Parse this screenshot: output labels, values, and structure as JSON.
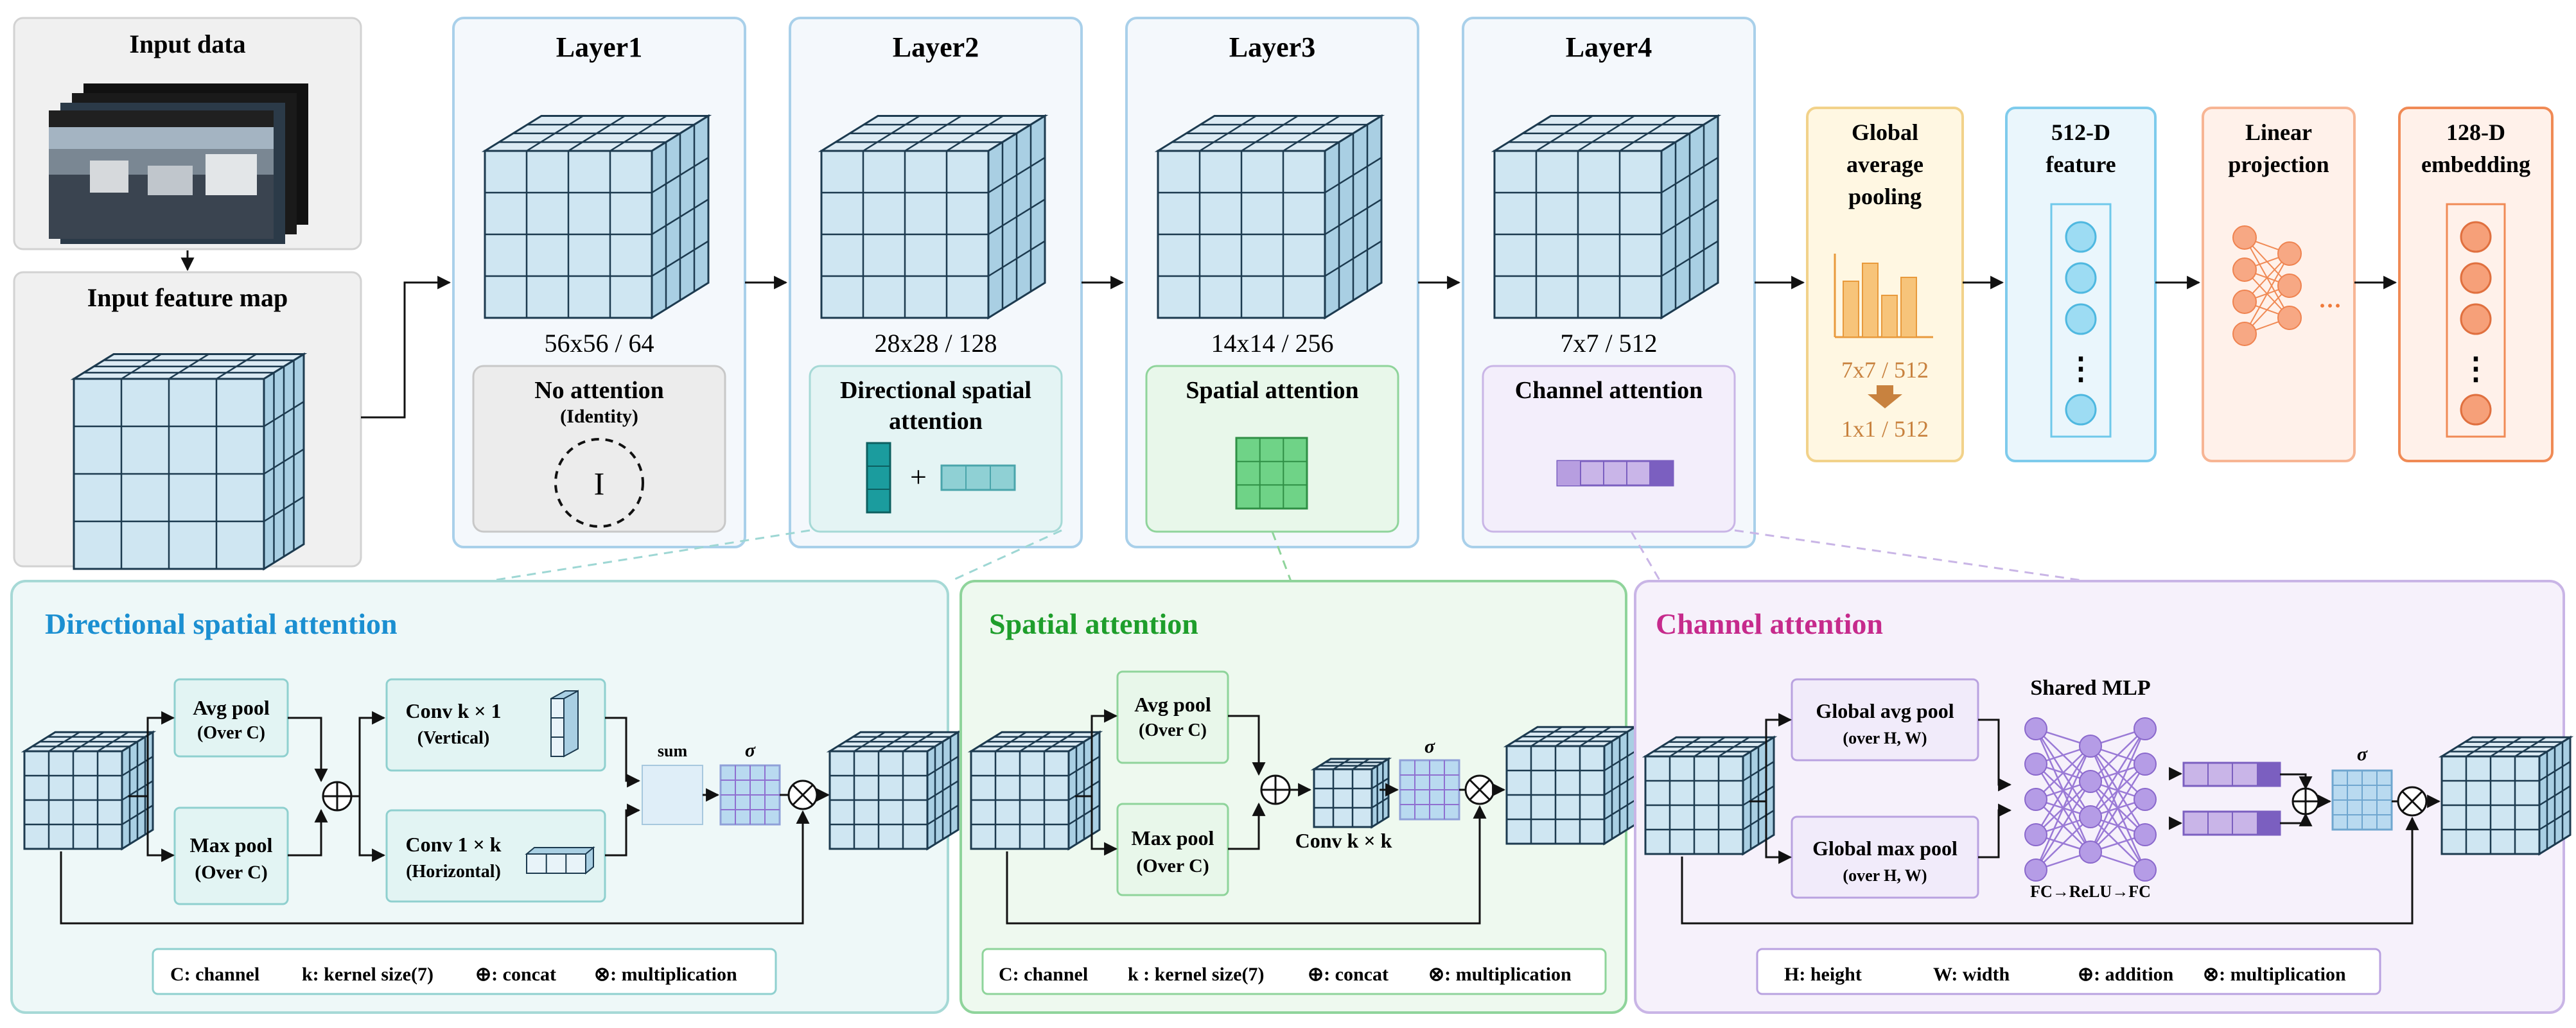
{
  "input": {
    "data_title": "Input data",
    "feature_map_title": "Input feature map"
  },
  "layers": [
    {
      "name": "Layer1",
      "dims": "56x56 / 64",
      "attention": "No attention",
      "attention_sub": "(Identity)",
      "identity_symbol": "I"
    },
    {
      "name": "Layer2",
      "dims": "28x28 / 128",
      "attention": "Directional spatial",
      "attention_line2": "attention",
      "plus": "+"
    },
    {
      "name": "Layer3",
      "dims": "14x14 / 256",
      "attention": "Spatial attention"
    },
    {
      "name": "Layer4",
      "dims": "7x7 / 512",
      "attention": "Channel attention"
    }
  ],
  "gap": {
    "title_lines": [
      "Global",
      "average",
      "pooling"
    ],
    "from": "7x7 / 512",
    "to": "1x1 / 512"
  },
  "feature512": {
    "title_lines": [
      "512-D",
      "feature"
    ],
    "dots": "⋮"
  },
  "projection": {
    "title_lines": [
      "Linear",
      "projection"
    ],
    "ellipsis": "···"
  },
  "embedding": {
    "title_lines": [
      "128-D",
      "embedding"
    ],
    "dots": "⋮"
  },
  "dsa": {
    "title": "Directional spatial attention",
    "avg_pool": "Avg pool",
    "avg_pool_sub": "(Over C)",
    "max_pool": "Max pool",
    "max_pool_sub": "(Over C)",
    "conv_v": "Conv k × 1",
    "conv_v_sub": "(Vertical)",
    "conv_h": "Conv 1 × k",
    "conv_h_sub": "(Horizontal)",
    "sum": "sum",
    "sigma": "σ",
    "legend": [
      "C: channel",
      "k: kernel size(7)",
      "⊕: concat",
      "⊗: multiplication"
    ]
  },
  "sa": {
    "title": "Spatial attention",
    "avg_pool": "Avg pool",
    "avg_pool_sub": "(Over C)",
    "max_pool": "Max pool",
    "max_pool_sub": "(Over C)",
    "conv": "Conv k × k",
    "sigma": "σ",
    "legend": [
      "C: channel",
      "k : kernel size(7)",
      "⊕: concat",
      "⊗: multiplication"
    ]
  },
  "ca": {
    "title": "Channel attention",
    "global_avg": "Global avg pool",
    "global_avg_sub": "(over H, W)",
    "global_max": "Global max pool",
    "global_max_sub": "(over H, W)",
    "mlp": "Shared MLP",
    "mlp_sub": "FC→ReLU→FC",
    "sigma": "σ",
    "legend": [
      "H: height",
      "W: width",
      "⊕: addition",
      "⊗: multiplication"
    ]
  },
  "colors": {
    "cube_face": "#cfe6f2",
    "cube_side": "#a9cfe3",
    "cube_edge": "#1c3a4f",
    "layer_bg": "#f4f8fc",
    "layer_border": "#a9d0ea",
    "dsa_title": "#1b8fd1",
    "sa_title": "#1e9e2b",
    "ca_title": "#c62a8c",
    "gap_accent": "#f0ad5a",
    "gap_text": "#c8823f",
    "feature_accent": "#6fc8ea",
    "proj_accent": "#f7946a",
    "emb_accent": "#f08a55",
    "purple": "#9a7ad6",
    "green": "#5fce77",
    "teal": "#1b9c9e"
  }
}
